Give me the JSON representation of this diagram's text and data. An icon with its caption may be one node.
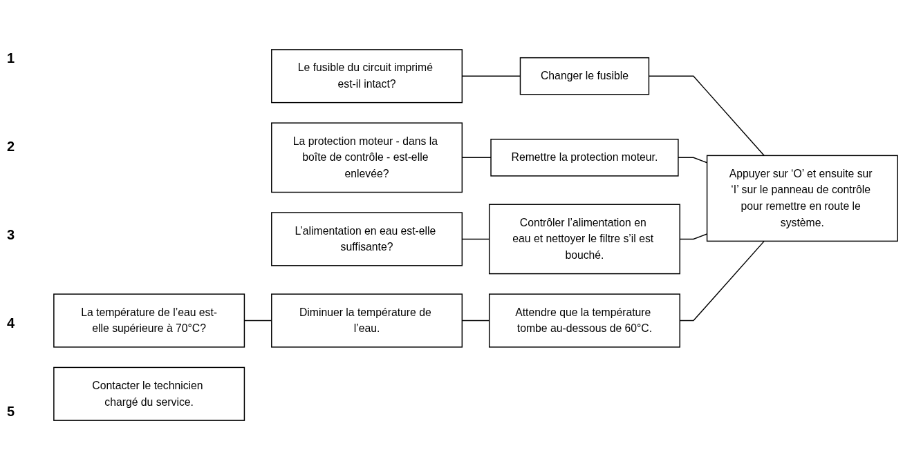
{
  "diagram": {
    "nodes": [
      {
        "text": [
          "Le fusible du circuit imprimé est-il intact?"
        ]
      },
      {
        "text": [
          "Changer le fusible"
        ]
      },
      {
        "text": [
          "La protection moteur - dans la boîte de contrôle - est-elle enlevée?"
        ]
      },
      {
        "text": [
          "Remettre la protection moteur."
        ]
      },
      {
        "text": [
          "Appuyer sur ‘O’ et ensuite sur ‘I’ sur le panneau de contrôle pour remettre en route le système."
        ]
      },
      {
        "text": [
          "L’alimentation en eau est-elle suffisante?"
        ]
      },
      {
        "text": [
          "Contrôler l’alimentation en eau et nettoyer le filtre s’il est bouché."
        ]
      },
      {
        "text": [
          "La température de l’eau est-elle supérieure à 70°C?"
        ]
      },
      {
        "text": [
          "Diminuer la température de l’eau."
        ]
      },
      {
        "text": [
          "Attendre que la température tombe au-dessous de 60°C."
        ]
      },
      {
        "text": [
          "Contacter le technicien chargé du service."
        ]
      }
    ],
    "edges": [
      {
        "from": 0,
        "to": 1,
        "arrow": "none"
      },
      {
        "from": 2,
        "to": 3,
        "arrow": "none"
      },
      {
        "from": 5,
        "to": 6,
        "arrow": "none"
      },
      {
        "from": 7,
        "to": 8,
        "arrow": "none"
      },
      {
        "from": 8,
        "to": 9,
        "arrow": "none"
      },
      {
        "from": 1,
        "to": 4,
        "arrow": "none"
      },
      {
        "from": 3,
        "to": 4,
        "arrow": "none"
      },
      {
        "from": 6,
        "to": 4,
        "arrow": "none"
      },
      {
        "from": 9,
        "to": 4,
        "arrow": "none"
      }
    ],
    "labels": [
      "1",
      "2",
      "3",
      "4",
      "5"
    ]
  }
}
